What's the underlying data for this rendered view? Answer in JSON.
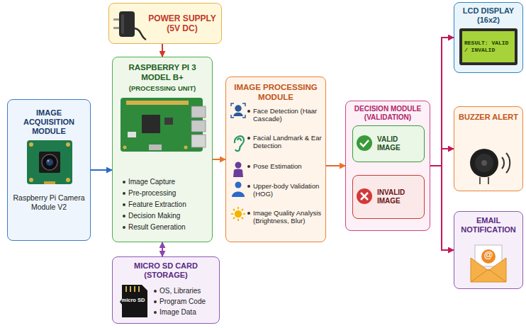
{
  "diagram": {
    "nodes": [
      {
        "text": [
          "POWER SUPPLY (5V DC)"
        ]
      },
      {
        "text": [
          "IMAGE ACQUISITION MODULE",
          "Raspberry Pi Camera Module V2"
        ]
      },
      {
        "text": [
          "RASPBERRY PI 3 MODEL B+",
          "(PROCESSING UNIT)",
          "Image Capture",
          "Pre-processing",
          "Feature Extraction",
          "Decision Making",
          "Result Generation"
        ]
      },
      {
        "text": [
          "MICRO SD CARD (STORAGE)",
          "OS, Libraries",
          "Program Code",
          "Image Data"
        ]
      },
      {
        "text": [
          "IMAGE PROCESSING MODULE",
          "Face Detection (Haar Cascade)",
          "Facial Landmark & Ear Detection",
          "Pose Estimation",
          "Upper-body Validation (HOG)",
          "Image Quality Analysis (Brightness, Blur)"
        ]
      },
      {
        "text": [
          "DECISION MODULE (VALIDATION)"
        ]
      },
      {
        "text": [
          "VALID IMAGE"
        ],
        "in": 5
      },
      {
        "text": [
          "INVALID IMAGE"
        ],
        "in": 5
      },
      {
        "text": [
          "LCD DISPLAY (16x2)",
          "RESULT: VALID / INVALID"
        ]
      },
      {
        "text": [
          "BUZZER ALERT"
        ]
      },
      {
        "text": [
          "EMAIL NOTIFICATION"
        ]
      }
    ],
    "edges": [
      {
        "from": 0,
        "to": 2,
        "arrow": "to"
      },
      {
        "from": 1,
        "to": 2,
        "arrow": "to"
      },
      {
        "from": 2,
        "to": 3,
        "arrow": "both"
      },
      {
        "from": 2,
        "to": 4,
        "arrow": "to"
      },
      {
        "from": 4,
        "to": 5,
        "arrow": "to"
      },
      {
        "from": 5,
        "to": 8,
        "arrow": "to"
      },
      {
        "from": 5,
        "to": 9,
        "arrow": "to"
      },
      {
        "from": 5,
        "to": 10,
        "arrow": "to"
      }
    ],
    "labels": [
      "micro SD",
      "@"
    ]
  }
}
